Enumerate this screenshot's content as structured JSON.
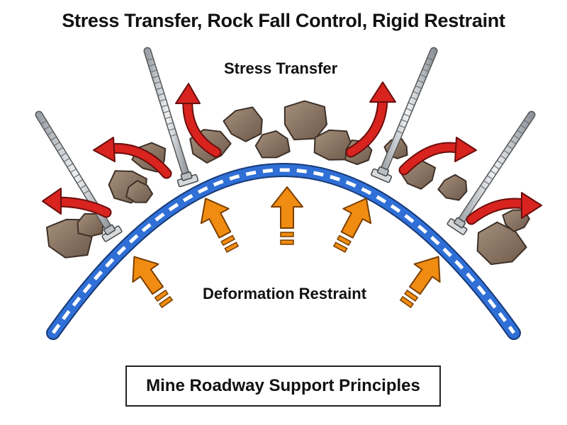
{
  "title": "Stress Transfer, Rock Fall Control, Rigid Restraint",
  "labels": {
    "stress_transfer": "Stress Transfer",
    "deformation_restraint": "Deformation Restraint"
  },
  "caption": "Mine Roadway Support Principles",
  "colors": {
    "steel_arch": "#2f6fd6",
    "stress_arrow": "#d8231f",
    "restraint_arrow": "#f08c12",
    "rock": "#8a7462",
    "bolt": "#c8ccd0"
  },
  "icons": [
    "rock-bolt-icon",
    "stress-arrow-icon",
    "restraint-arrow-icon",
    "rock-icon",
    "steel-arch-icon"
  ]
}
